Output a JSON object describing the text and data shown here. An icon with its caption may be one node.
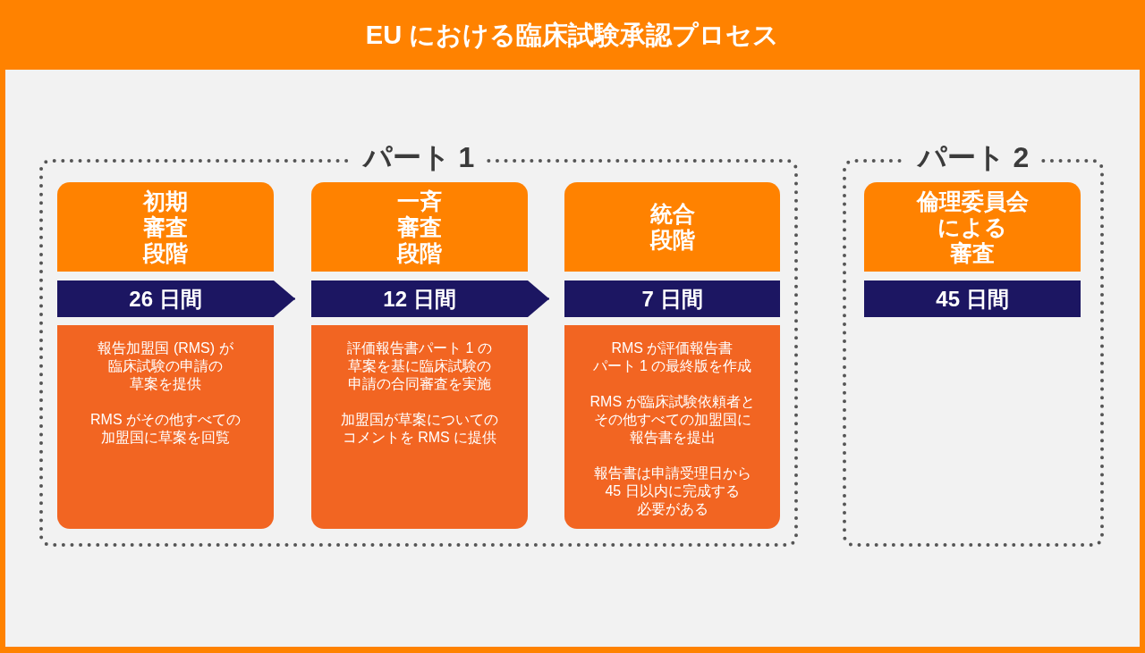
{
  "diagram": {
    "title": "EU における臨床試験承認プロセス",
    "nodes": [
      {
        "text": [
          "パート 1"
        ]
      },
      {
        "text": [
          "初期審査段階"
        ],
        "in": 0
      },
      {
        "text": [
          "26 日間"
        ],
        "in": 0
      },
      {
        "text": [
          "報告加盟国 (RMS) が臨床試験の申請の草案を提供",
          "RMS がその他すべての加盟国に草案を回覧"
        ],
        "in": 0
      },
      {
        "text": [
          "一斉審査段階"
        ],
        "in": 0
      },
      {
        "text": [
          "12 日間"
        ],
        "in": 0
      },
      {
        "text": [
          "評価報告書パート 1 の草案を基に臨床試験の申請の合同審査を実施",
          "加盟国が草案についてのコメントを RMS に提供"
        ],
        "in": 0
      },
      {
        "text": [
          "統合段階"
        ],
        "in": 0
      },
      {
        "text": [
          "7 日間"
        ],
        "in": 0
      },
      {
        "text": [
          "RMS が評価報告書パート 1 の最終版を作成",
          "RMS が臨床試験依頼者とその他すべての加盟国に報告書を提出",
          "報告書は申請受理日から45 日以内に完成する必要がある"
        ],
        "in": 0
      },
      {
        "text": [
          "パート 2"
        ]
      },
      {
        "text": [
          "倫理委員会による審査"
        ],
        "in": 10
      },
      {
        "text": [
          "45 日間"
        ],
        "in": 10
      }
    ],
    "edges": [
      {
        "from": 2,
        "to": 5,
        "arrow": "to"
      },
      {
        "from": 5,
        "to": 8,
        "arrow": "to"
      }
    ]
  }
}
